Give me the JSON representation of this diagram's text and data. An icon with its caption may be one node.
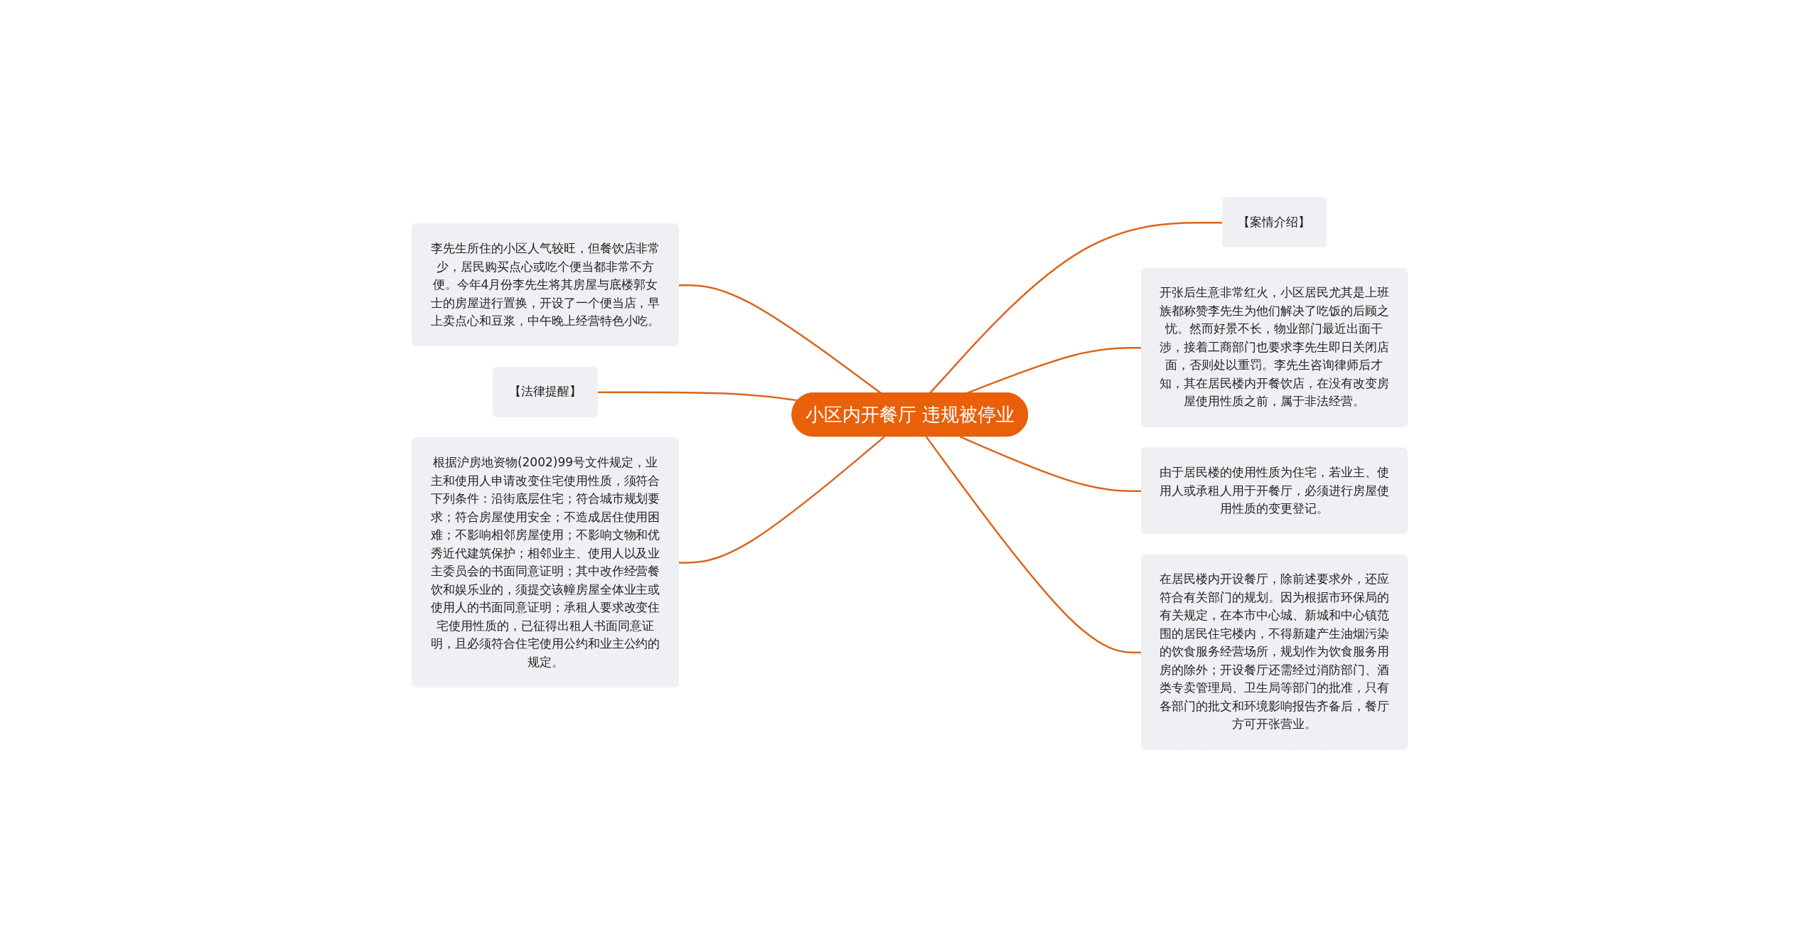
{
  "diagram": {
    "nodes": [
      {
        "text": [
          "小区内开餐厅 违规被停业"
        ]
      },
      {
        "text": [
          "【案情介绍】"
        ]
      },
      {
        "text": [
          "开张后生意非常红火，小区居民尤其是上班族都称赞李先生为他们解决了吃饭的后顾之忧。然而好景不长，物业部门最近出面干涉，接着工商部门也要求李先生即日关闭店面，否则处以重罚。李先生咨询律师后才知，其在居民楼内开餐饮店，在没有改变房屋使用性质之前，属于非法经营。"
        ]
      },
      {
        "text": [
          "李先生所住的小区人气较旺，但餐饮店非常少，居民购买点心或吃个便当都非常不方便。今年4月份李先生将其房屋与底楼郭女士的房屋进行置换，开设了一个便当店，早上卖点心和豆浆，中午晚上经营特色小吃。"
        ]
      },
      {
        "text": [
          "【法律提醒】"
        ]
      },
      {
        "text": [
          "由于居民楼的使用性质为住宅，若业主、使用人或承租人用于开餐厅，必须进行房屋使用性质的变更登记。"
        ]
      },
      {
        "text": [
          "根据沪房地资物(2002)99号文件规定，业主和使用人申请改变住宅使用性质，须符合下列条件：沿街底层住宅；符合城市规划要求；符合房屋使用安全；不造成居住使用困难；不影响相邻房屋使用；不影响文物和优秀近代建筑保护；相邻业主、使用人以及业主委员会的书面同意证明；其中改作经营餐饮和娱乐业的，须提交该幢房屋全体业主或使用人的书面同意证明；承租人要求改变住宅使用性质的，已征得出租人书面同意证明，且必须符合住宅使用公约和业主公约的规定。"
        ]
      },
      {
        "text": [
          "在居民楼内开设餐厅，除前述要求外，还应符合有关部门的规划。因为根据市环保局的有关规定，在本市中心城、新城和中心镇范围的居民住宅楼内，不得新建产生油烟污染的饮食服务经营场所，规划作为饮食服务用房的除外；开设餐厅还需经过消防部门、酒类专卖管理局、卫生局等部门的批准，只有各部门的批文和环境影响报告齐备后，餐厅方可开张营业。"
        ]
      }
    ],
    "edges": [
      {
        "from": 0,
        "to": 1,
        "arrow": "none"
      },
      {
        "from": 0,
        "to": 2,
        "arrow": "none"
      },
      {
        "from": 3,
        "to": 0,
        "arrow": "none"
      },
      {
        "from": 4,
        "to": 0,
        "arrow": "none"
      },
      {
        "from": 0,
        "to": 5,
        "arrow": "none"
      },
      {
        "from": 6,
        "to": 0,
        "arrow": "none"
      },
      {
        "from": 0,
        "to": 7,
        "arrow": "none"
      }
    ]
  }
}
